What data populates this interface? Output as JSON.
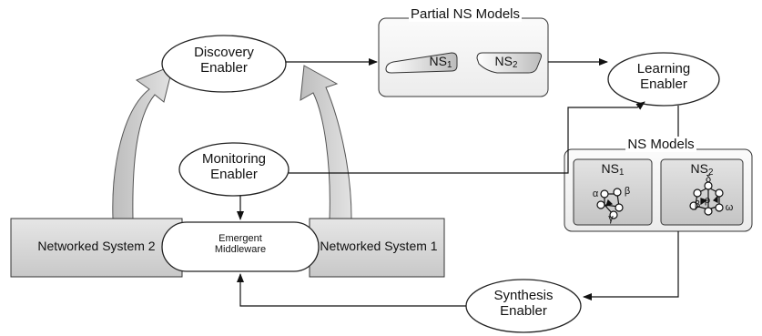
{
  "diagram": {
    "nodes": {
      "discovery": "Discovery\nEnabler",
      "learning": "Learning\nEnabler",
      "monitoring": "Monitoring\nEnabler",
      "synthesis": "Synthesis\nEnabler",
      "middleware": "Emergent\nMiddleware",
      "ns2_box": "Networked System 2",
      "ns1_box": "Networked System 1"
    },
    "partial_models": {
      "title": "Partial NS Models",
      "items": [
        {
          "base": "NS",
          "sub": "1"
        },
        {
          "base": "NS",
          "sub": "2"
        }
      ]
    },
    "ns_models": {
      "title": "NS Models",
      "items": [
        {
          "base": "NS",
          "sub": "1",
          "greek": [
            "α",
            "β",
            "γ"
          ]
        },
        {
          "base": "NS",
          "sub": "2",
          "greek": [
            "δ",
            "ρ",
            "ω",
            "β"
          ]
        }
      ]
    },
    "colors": {
      "box_fill": "#d8d8d8",
      "panel_fill": "#f7f7f7",
      "stroke": "#222222",
      "big_arrow_fill": "#c9c9c9"
    }
  }
}
